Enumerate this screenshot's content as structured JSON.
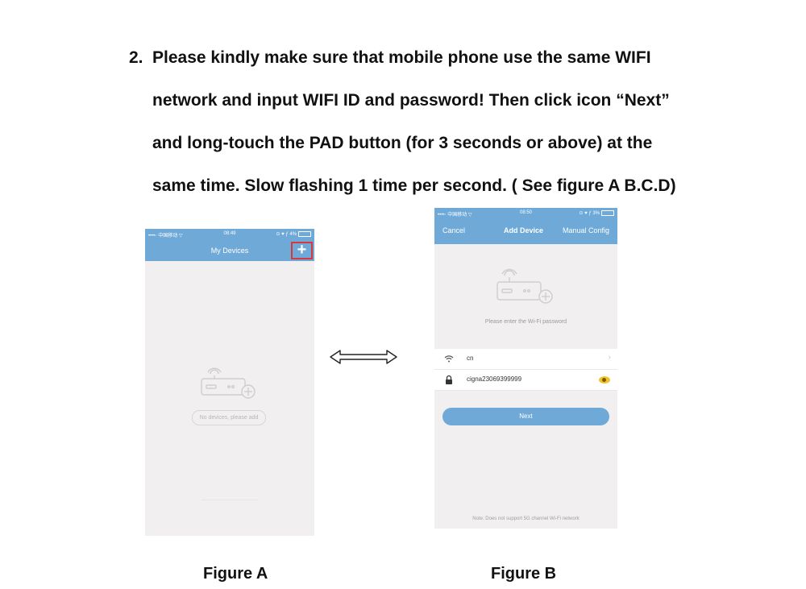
{
  "instruction": {
    "number": "2.",
    "lines": [
      "Please kindly make sure that mobile phone use the same WIFI",
      "network and input WIFI ID and password! Then click icon “Next”",
      "and long-touch the PAD button (for 3 seconds or above) at the",
      "same time. Slow flashing 1 time per second. ( See figure A B.C.D)"
    ]
  },
  "figure_a": {
    "status_left": "••••◦ 中国移动 ▽",
    "status_time": "08:49",
    "status_right": "⊙ ♥ ƒ 4%",
    "title": "My Devices",
    "add_symbol": "+",
    "empty_text": "No devices, please add",
    "caption": "Figure A"
  },
  "figure_b": {
    "status_left": "••••◦ 中国移动 ▽",
    "status_time": "08:50",
    "status_right": "⊙ ♥ ƒ 3%",
    "cancel": "Cancel",
    "title": "Add Device",
    "manual": "Manual Config",
    "prompt": "Please enter the Wi-Fi password",
    "wifi_name": "cn",
    "password": "cigna23069399999",
    "next": "Next",
    "note": "Note: Does not support 5G channel Wi-Fi network",
    "caption": "Figure B"
  },
  "icons": [
    "wifi-icon",
    "lock-icon",
    "eye-icon",
    "chevron-right-icon",
    "router-icon",
    "plus-icon",
    "double-arrow-icon"
  ],
  "colors": {
    "header_blue": "#6ea9d8",
    "highlight_red": "#d6383c",
    "eye_yellow": "#f2c12e"
  }
}
